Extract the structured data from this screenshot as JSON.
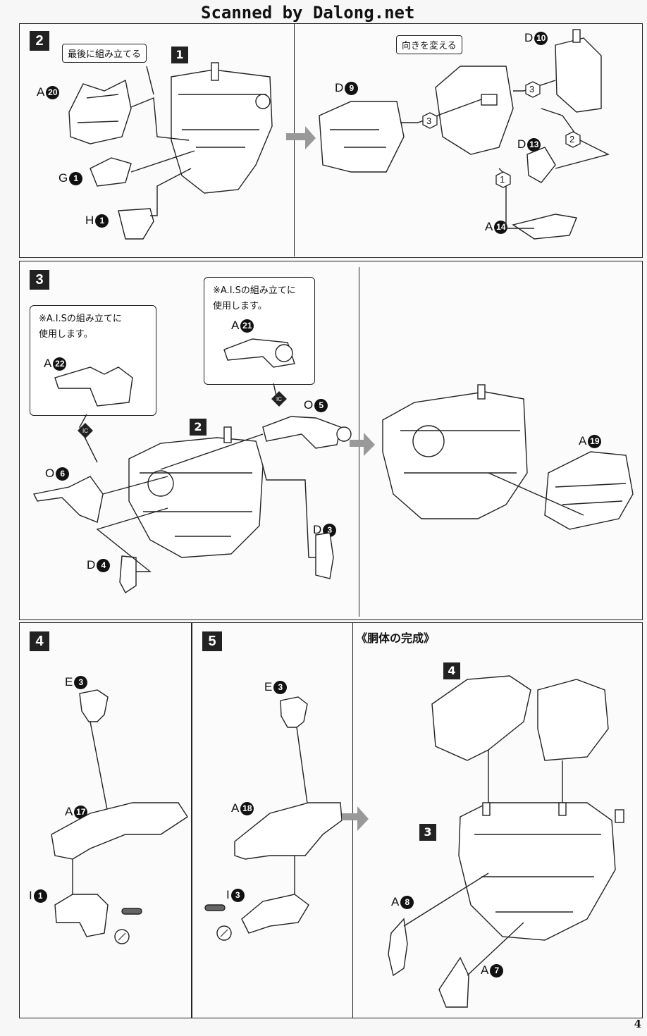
{
  "header": {
    "scan_credit": "Scanned by Dalong.net"
  },
  "page_number": "4",
  "step2": {
    "badge": "2",
    "callout_last": "最後に組み立てる",
    "callout_rotate": "向きを変える",
    "sub_badge": "1",
    "parts_left": [
      {
        "letter": "A",
        "num": "20"
      },
      {
        "letter": "G",
        "num": "1"
      },
      {
        "letter": "H",
        "num": "1"
      }
    ],
    "parts_right": [
      {
        "letter": "D",
        "num": "9"
      },
      {
        "letter": "D",
        "num": "10"
      },
      {
        "letter": "D",
        "num": "13"
      },
      {
        "letter": "A",
        "num": "14"
      }
    ],
    "order_marks": [
      "3",
      "3",
      "2",
      "1"
    ]
  },
  "step3": {
    "badge": "3",
    "note_a22": "※A.I.Sの組み立てに",
    "note_a22_2": "使用します。",
    "note_a21": "※A.I.Sの組み立てに",
    "note_a21_2": "使用します。",
    "sub_badge": "2",
    "ic_mark": "IC",
    "parts": [
      {
        "letter": "A",
        "num": "22"
      },
      {
        "letter": "A",
        "num": "21"
      },
      {
        "letter": "O",
        "num": "5"
      },
      {
        "letter": "O",
        "num": "6"
      },
      {
        "letter": "D",
        "num": "3"
      },
      {
        "letter": "D",
        "num": "4"
      },
      {
        "letter": "A",
        "num": "19"
      }
    ]
  },
  "step4": {
    "badge": "4",
    "parts": [
      {
        "letter": "E",
        "num": "3"
      },
      {
        "letter": "A",
        "num": "17"
      },
      {
        "letter": "I",
        "num": "1"
      }
    ]
  },
  "step5": {
    "badge": "5",
    "parts": [
      {
        "letter": "E",
        "num": "3"
      },
      {
        "letter": "A",
        "num": "18"
      },
      {
        "letter": "I",
        "num": "3"
      }
    ]
  },
  "completion": {
    "title": "《胴体の完成》",
    "sub_badge_top": "4",
    "sub_badge_mid": "3",
    "parts": [
      {
        "letter": "A",
        "num": "8"
      },
      {
        "letter": "A",
        "num": "7"
      }
    ]
  }
}
